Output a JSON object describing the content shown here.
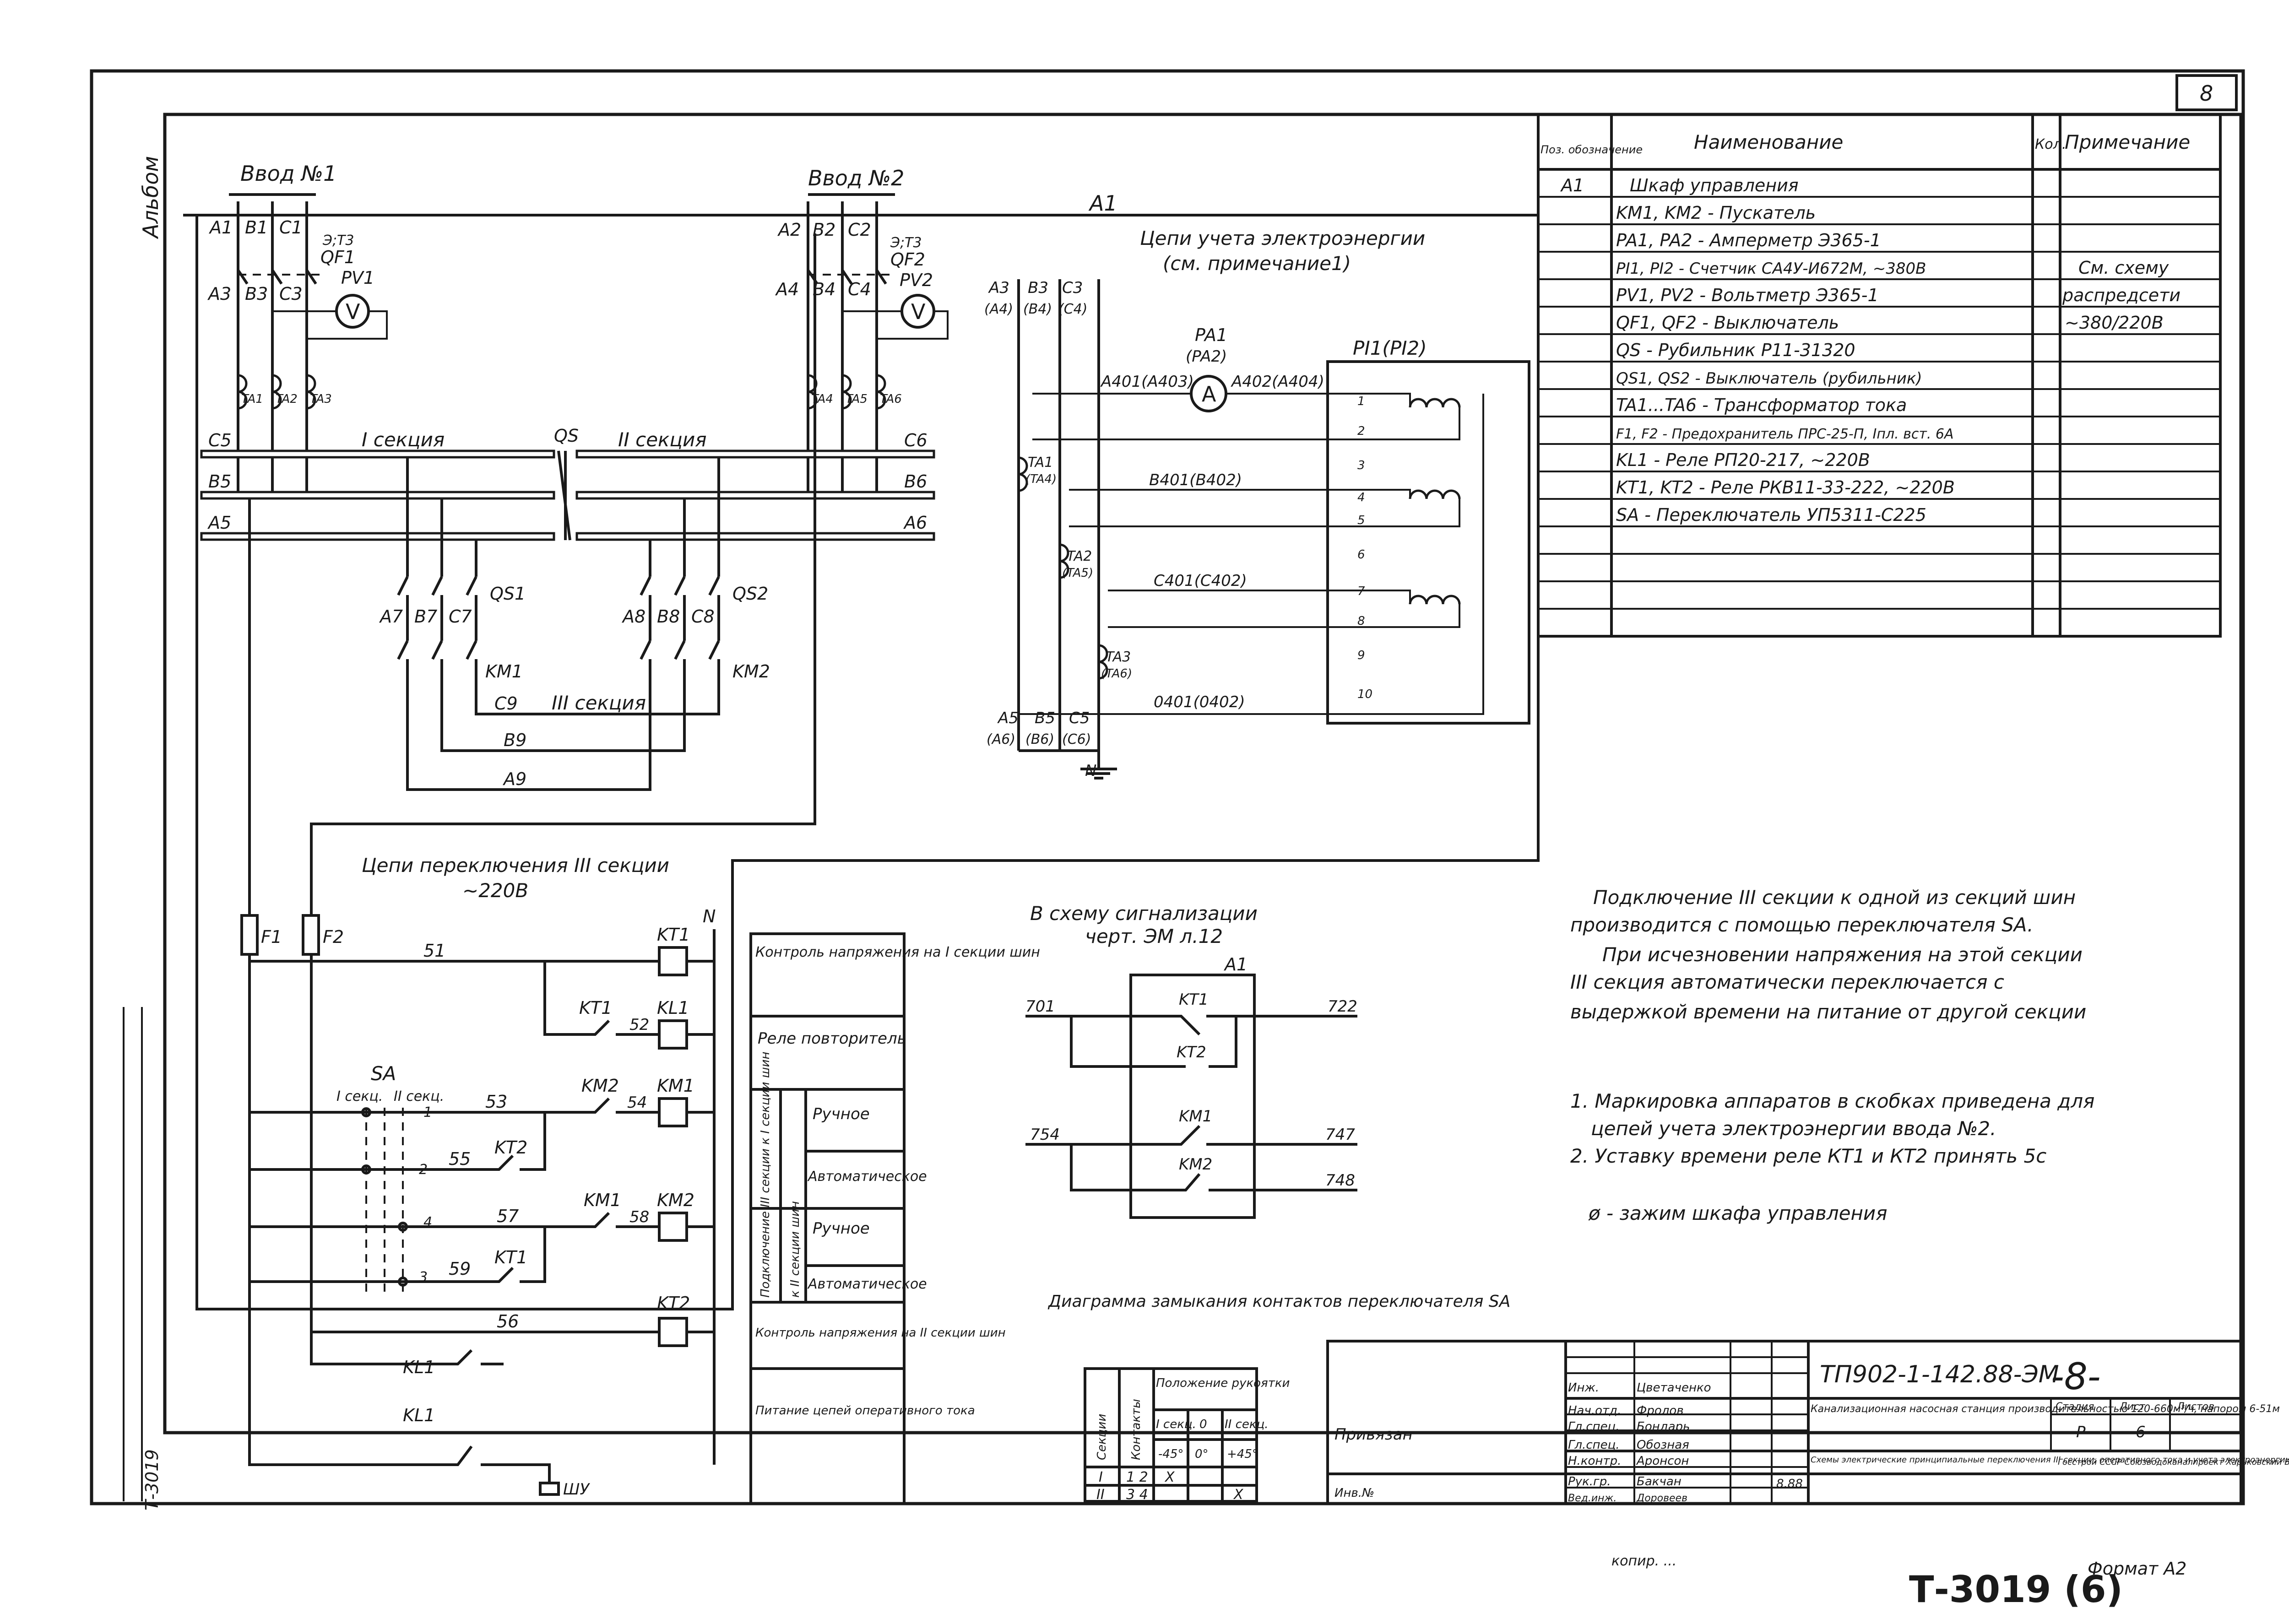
{
  "sheet": {
    "sheet_number": "8",
    "page_mark": "-8-",
    "side_label": "Альбом",
    "archive_number": "Т-3019 (6)",
    "side_archive": "Т-3019",
    "copied_by": "копир. ...",
    "format": "Формат А2"
  },
  "inputs": [
    {
      "title": "Ввод №1",
      "phases": [
        "A1",
        "B1",
        "C1"
      ],
      "phases_lower": [
        "A3",
        "B3",
        "C3"
      ],
      "breaker": "QF1",
      "voltmeter": "PV1",
      "trip_note": "Э;Т3",
      "cts": [
        "TA1",
        "TA2",
        "TA3"
      ]
    },
    {
      "title": "Ввод №2",
      "phases": [
        "A2",
        "B2",
        "C2"
      ],
      "phases_lower": [
        "A4",
        "B4",
        "C4"
      ],
      "breaker": "QF2",
      "voltmeter": "PV2",
      "trip_note": "Э;Т3",
      "cts": [
        "TA4",
        "TA5",
        "TA6"
      ]
    }
  ],
  "buses": {
    "section1": "I секция",
    "section2": "II секция",
    "section3": "III секция",
    "switch": "QS",
    "left_labels": [
      "C5",
      "B5",
      "A5"
    ],
    "right_labels": [
      "C6",
      "B6",
      "A6"
    ],
    "sec3_labels": [
      "C9",
      "B9",
      "A9"
    ],
    "feeders_left": [
      "A7",
      "B7",
      "C7"
    ],
    "feeders_right": [
      "A8",
      "B8",
      "C8"
    ],
    "isolators": [
      "QS1",
      "QS2"
    ],
    "contactors": [
      "KM1",
      "KM2"
    ],
    "voltmeter_symbol": "V",
    "ammeter_symbol": "A",
    "box_label": "A1"
  },
  "metering": {
    "title": "Цепи учета электроэнергии",
    "subtitle": "(см. примечание1)",
    "top_labels": [
      "A3",
      "B3",
      "C3"
    ],
    "top_labels_alt": [
      "(A4)",
      "(B4)",
      "(C4)"
    ],
    "bottom_labels": [
      "A5",
      "B5",
      "C5"
    ],
    "bottom_labels_alt": [
      "(A6)",
      "(B6)",
      "(C6)"
    ],
    "ammeter": "PA1",
    "ammeter_alt": "(PA2)",
    "meter": "PI1(PI2)",
    "cts": [
      "TA1",
      "TA2",
      "TA3"
    ],
    "cts_alt": [
      "(TA4)",
      "(TA5)",
      "(TA6)"
    ],
    "wires": [
      "A401(A403)",
      "A402(A404)",
      "B401(B402)",
      "C401(C402)",
      "0401(0402)"
    ],
    "terminals": [
      "1",
      "2",
      "3",
      "4",
      "5",
      "6",
      "7",
      "8",
      "9",
      "10"
    ],
    "neutral": "N"
  },
  "control": {
    "title": "Цепи переключения III секции",
    "voltage": "~220В",
    "fuses": [
      "F1",
      "F2"
    ],
    "wire_labels": [
      "51",
      "52",
      "53",
      "54",
      "55",
      "56",
      "57",
      "58",
      "59"
    ],
    "switch": "SA",
    "switch_positions": [
      "I секц.",
      "II секц."
    ],
    "switch_contacts": [
      "1",
      "2",
      "4",
      "3"
    ],
    "relays": [
      "KT1",
      "KL1",
      "KM1",
      "KM2",
      "KT2"
    ],
    "contacts": [
      "KT1",
      "KM2",
      "KT2",
      "KM1",
      "KT1",
      "KL1",
      "KL1"
    ],
    "terminal": "ШУ",
    "right_rail": "N"
  },
  "functions": {
    "rows": [
      "Контроль напряжения на I секции шин",
      "Реле повторитель",
      "Ручное",
      "Автоматическое",
      "Ручное",
      "Автоматическое",
      "Контроль напряжения на II секции шин",
      "Питание цепей оперативного тока"
    ],
    "group1": "Подключение III секции к I секции шин",
    "group2": "к II секции шин"
  },
  "signal": {
    "title": "В схему сигнализации",
    "subtitle": "черт. ЭМ л.12",
    "box": "A1",
    "wires": [
      "701",
      "722",
      "754",
      "747",
      "748"
    ],
    "contacts": [
      "KT1",
      "KT2",
      "KM1",
      "KM2"
    ]
  },
  "diagram_sa": {
    "title": "Диаграмма замыкания контактов переключателя SA",
    "headers": [
      "Секции",
      "Контакты",
      "Положение рукоятки"
    ],
    "positions": [
      "I секц.",
      "0",
      "II секц."
    ],
    "angles": [
      "-45°",
      "0°",
      "+45°"
    ],
    "rows": [
      [
        "I",
        "1 2",
        "X",
        "",
        ""
      ],
      [
        "II",
        "3 4",
        "",
        "",
        "X"
      ]
    ]
  },
  "spec": {
    "headers": [
      "Поз. обозначение",
      "Наименование",
      "Кол.",
      "Примечание"
    ],
    "rows": [
      [
        "A1",
        "Шкаф управления",
        "",
        ""
      ],
      [
        "",
        "KM1, KM2 - Пускатель",
        "",
        ""
      ],
      [
        "",
        "PA1, PA2 - Амперметр Э365-1",
        "",
        ""
      ],
      [
        "",
        "PI1, PI2 - Счетчик СА4У-И672М, ~380В",
        "",
        "См. схему"
      ],
      [
        "",
        "PV1, PV2 - Вольтметр Э365-1",
        "",
        "распредсети"
      ],
      [
        "",
        "QF1, QF2 - Выключатель",
        "",
        "~380/220В"
      ],
      [
        "",
        "QS - Рубильник Р11-31320",
        "",
        ""
      ],
      [
        "",
        "QS1, QS2 - Выключатель (рубильник)",
        "",
        ""
      ],
      [
        "",
        "TA1...TA6 - Трансформатор тока",
        "",
        ""
      ],
      [
        "",
        "F1, F2 - Предохранитель ПРС-25-П, Iпл. вст. 6А",
        "",
        ""
      ],
      [
        "",
        "KL1 - Реле РП20-217, ~220В",
        "",
        ""
      ],
      [
        "",
        "KT1, KT2 - Реле РКВ11-33-222, ~220В",
        "",
        ""
      ],
      [
        "",
        "SA - Переключатель УП5311-С225",
        "",
        ""
      ],
      [
        "",
        "",
        "",
        ""
      ],
      [
        "",
        "",
        "",
        ""
      ],
      [
        "",
        "",
        "",
        ""
      ]
    ]
  },
  "notes": {
    "lines": [
      "Подключение III секции к одной из секций шин",
      "производится с помощью переключателя SA.",
      "При исчезновении напряжения на этой секции",
      "III секция автоматически переключается с",
      "выдержкой времени на питание от другой секции",
      "1. Маркировка аппаратов в скобках приведена для",
      "цепей учета электроэнергии ввода №2.",
      "2. Уставку времени реле КТ1 и КТ2 принять 5с",
      "ø - зажим шкафа управления"
    ]
  },
  "title_block": {
    "code": "ТП902-1-142.88-ЭМ",
    "project": "Канализационная насосная станция производительностью 120-660м³/ч, напором 6-51м",
    "drawing": "Схемы электрические принципиальные переключения III секции, оперативного тока и учета электроэнергии (с двумя вводами)",
    "stage": "Р",
    "sheet": "6",
    "col_stage": "Стадия",
    "col_sheet": "Лист",
    "col_sheets": "Листов",
    "linked": "Привязан",
    "inv": "Инв.№",
    "org": "Госстрой СССР Союзводоканалпроект Харьковский Водоканалпроект",
    "staff": [
      [
        "Нач.отд.",
        "Фролов"
      ],
      [
        "Гл.спец.",
        "Бондарь"
      ],
      [
        "Гл.спец.",
        "Обозная"
      ],
      [
        "Н.контр.",
        "Аронсон"
      ],
      [
        "Рук.гр.",
        "Бакчан"
      ],
      [
        "Вед.инж.",
        "Доровеев"
      ],
      [
        "Инж.",
        "Цветаченко"
      ]
    ],
    "date": "8.88"
  }
}
